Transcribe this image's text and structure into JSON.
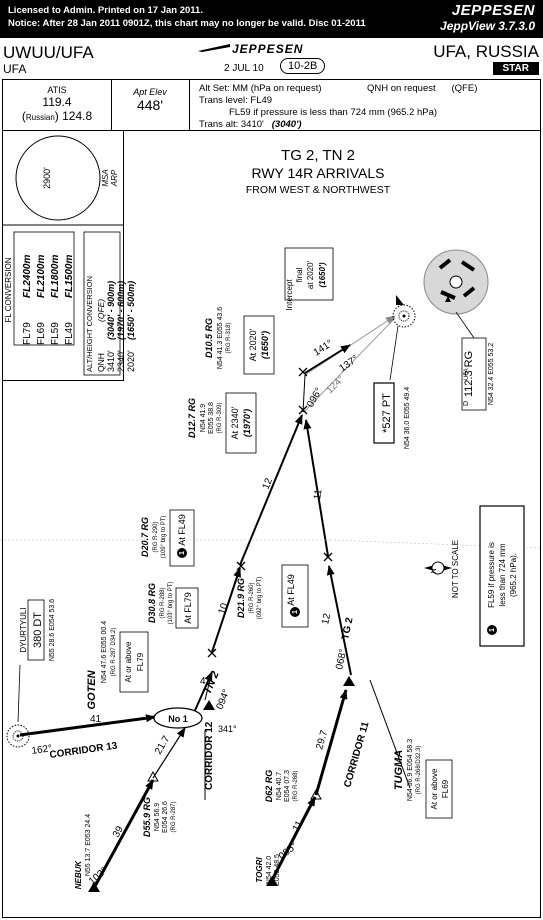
{
  "banner": {
    "license_line": "Licensed to Admin.  Printed on 17 Jan 2011.",
    "notice_line": "Notice: After 28 Jan 2011 0901Z, this chart may no longer be valid.  Disc 01-2011",
    "brand": "JEPPESEN",
    "version": "JeppView 3.7.3.0"
  },
  "header": {
    "airport_code": "UWUU/UFA",
    "city_left": "UFA",
    "logo": "JEPPESEN",
    "date": "2 JUL 10",
    "chart_index": "10-2B",
    "airport_name": "UFA, RUSSIA",
    "chart_type": "STAR"
  },
  "info": {
    "atis_label": "ATIS",
    "atis_freq": "119.4",
    "atis_russian_label": "Russian",
    "atis_russian_freq": "124.8",
    "elev_label": "Apt Elev",
    "elev_value": "448'",
    "alt_set": "Alt Set: MM (hPa on request)",
    "qnh": "QNH on request",
    "qfe": "(QFE)",
    "trans_level": "Trans level: FL49",
    "fl59_note": "FL59 if pressure is less than 724 mm (965.2 hPa)",
    "trans_alt": "Trans alt: 3410'",
    "trans_alt_qfe": "(3040')"
  },
  "msa": {
    "value": "2900'",
    "label": "MSA",
    "ref": "ARP"
  },
  "fl_conversion": {
    "title": "FL CONVERSION",
    "rows": [
      {
        "fl": "FL79",
        "val": "FL2400m"
      },
      {
        "fl": "FL69",
        "val": "FL2100m"
      },
      {
        "fl": "FL59",
        "val": "FL1800m"
      },
      {
        "fl": "FL49",
        "val": "FL1500m"
      }
    ]
  },
  "alt_conversion": {
    "title": "ALT/HEIGHT CONVERSION",
    "qnh": "QNH",
    "qfe": "(QFE)",
    "rows": [
      {
        "qnh": "3410'",
        "qfe": "(3040' - 900m)"
      },
      {
        "qnh": "2340'",
        "qfe": "(1970' - 600m)"
      },
      {
        "qnh": "2020'",
        "qfe": "(1650' - 500m)"
      }
    ]
  },
  "title": {
    "line1": "TG 2, TN 2",
    "line2": "RWY 14R ARRIVALS",
    "line3": "FROM WEST & NORTHWEST"
  },
  "map": {
    "intercept_box": [
      "Intercept",
      "final",
      "at 2020'",
      "(1650')"
    ],
    "d105": {
      "name": "D10.5 RG",
      "coord": "N54 41.3 E055 43.6",
      "radial": "(RG R-318)",
      "alt": "At 2020'",
      "alt_qfe": "(1650')"
    },
    "d127": {
      "name": "D12.7 RG",
      "coord": "N54 41.9",
      "coord2": "E055 38.8",
      "radial": "(RG R-309)",
      "alt": "At 2340'",
      "alt_qfe": "(1970')"
    },
    "d207": {
      "name": "D20.7 RG",
      "radial": "(RG R-290)",
      "brg": "(109° brg to PT)",
      "alt": "At FL49",
      "note": "1"
    },
    "d308": {
      "name": "D30.8 RG",
      "radial": "(RG R-288)",
      "brg": "(103° brg to PT)",
      "alt": "At FL79"
    },
    "d219": {
      "name": "D21.9 RG",
      "radial": "(RG R-260)",
      "brg": "(092° brg to PT)",
      "alt": "At FL49",
      "note": "1"
    },
    "goten": {
      "name": "GOTEN",
      "coord": "N54 47.6 E055 00.4",
      "radial": "(RG R-287 D34.2)",
      "alt": "At or above",
      "alt2": "FL79"
    },
    "dyurtyuli": {
      "name": "DYURTYULI",
      "freq": "380 DT",
      "coord": "N55 28.6 E054 53.6"
    },
    "d559": {
      "name": "D55.9 RG",
      "coord": "N54 56.9",
      "coord2": "E054 26.6",
      "radial": "(RG R-287)"
    },
    "nebuk": {
      "name": "NEBUK",
      "coord": "N55 13.7 E053 24.4"
    },
    "d62": {
      "name": "D62 RG",
      "coord": "N54 40.7",
      "coord2": "E054 07.3",
      "radial": "(RG R-268)"
    },
    "togri": {
      "name": "TOGRI",
      "coord": "N54 42.0",
      "coord2": "E053 48.5"
    },
    "tugma": {
      "name": "TUGMA",
      "coord": "N54 36.9 E054 58.3",
      "radial": "(RG R-268/D32.3)",
      "alt": "At or above",
      "alt2": "FL69"
    },
    "pt": {
      "name": "*527 PT",
      "coord": "N54 36.0 E055 49.4"
    },
    "ufa_vor": {
      "name": "UFA",
      "freq": "112.3 RG",
      "coord": "N54 32.4 E055 53.2",
      "d": "D"
    },
    "no_scale": "NOT TO SCALE",
    "fl59_box": [
      "FL59 if pressure is",
      "less than 724 mm",
      "(965.2 hPa)."
    ],
    "fl59_num": "1",
    "no1": "No 1",
    "corridor13": "CORRIDOR 13",
    "corridor12": "CORRIDOR 12",
    "corridor11": "CORRIDOR 11",
    "tn2": "TN 2",
    "tg2": "TG 2",
    "tracks": {
      "t162": "162°",
      "t41": "41",
      "t094": "094°",
      "t4": "4",
      "t341": "341°",
      "t10": "10",
      "t12": "12",
      "t11": "11",
      "t096": "096°",
      "t137": "137°",
      "t124": "124°",
      "t141": "141°",
      "t068": "068°",
      "t12b": "12",
      "t297": "29.7",
      "t217": "21.7",
      "t39": "39",
      "t103": "103°",
      "t11b": "11",
      "t085": "085°"
    }
  }
}
